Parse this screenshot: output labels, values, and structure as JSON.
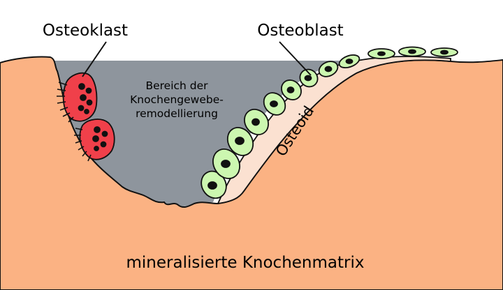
{
  "labels": {
    "osteoclast": "Osteoklast",
    "osteoblast": "Osteoblast",
    "remodeling_area_lines": [
      "Bereich der",
      "Knochengewebe-",
      "remodellierung"
    ],
    "osteoid": "Osteoid",
    "matrix": "mineralisierte Knochenmatrix"
  },
  "colors": {
    "bone_matrix": "#fbb283",
    "remodeling_area": "#8e959d",
    "osteoid": "#fbe1d1",
    "osteoblast_fill": "#ccf7b0",
    "osteoclast_fill": "#f0404a",
    "outline": "#111111"
  }
}
